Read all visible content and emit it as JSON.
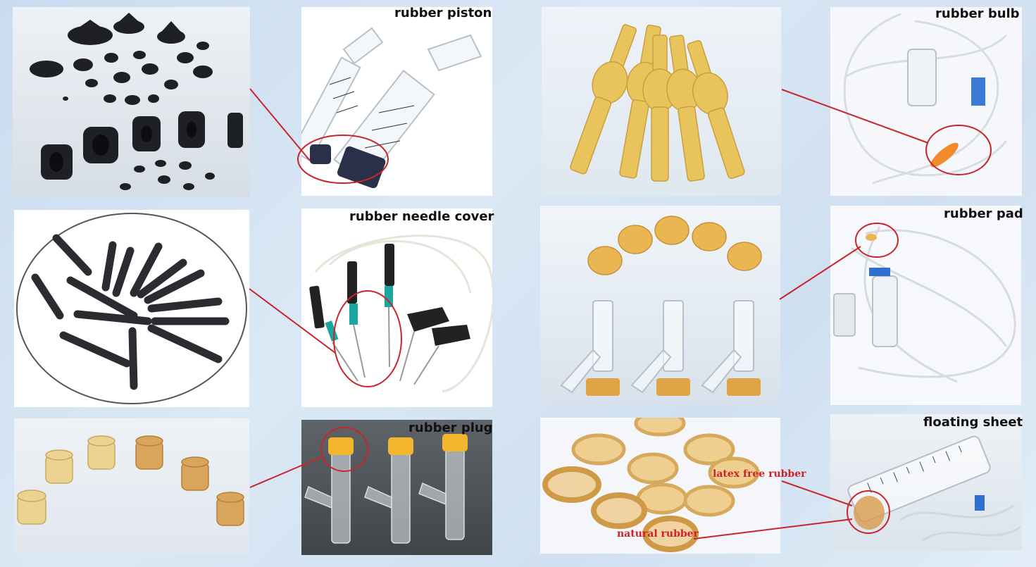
{
  "labels": {
    "rubber_piston": "rubber piston",
    "rubber_bulb": "rubber bulb",
    "rubber_needle_cover": "rubber needle cover",
    "rubber_pad": "rubber pad",
    "rubber_plug": "rubber plug",
    "floating_sheet": "floating sheet",
    "latex_free_rubber": "latex free rubber",
    "natural_rubber": "natural rubber"
  },
  "colors": {
    "annotation_red": "#c8242c",
    "black_rubber": "#1d1f24",
    "amber_rubber": "#e8b858",
    "tan_rubber": "#d9a860"
  }
}
